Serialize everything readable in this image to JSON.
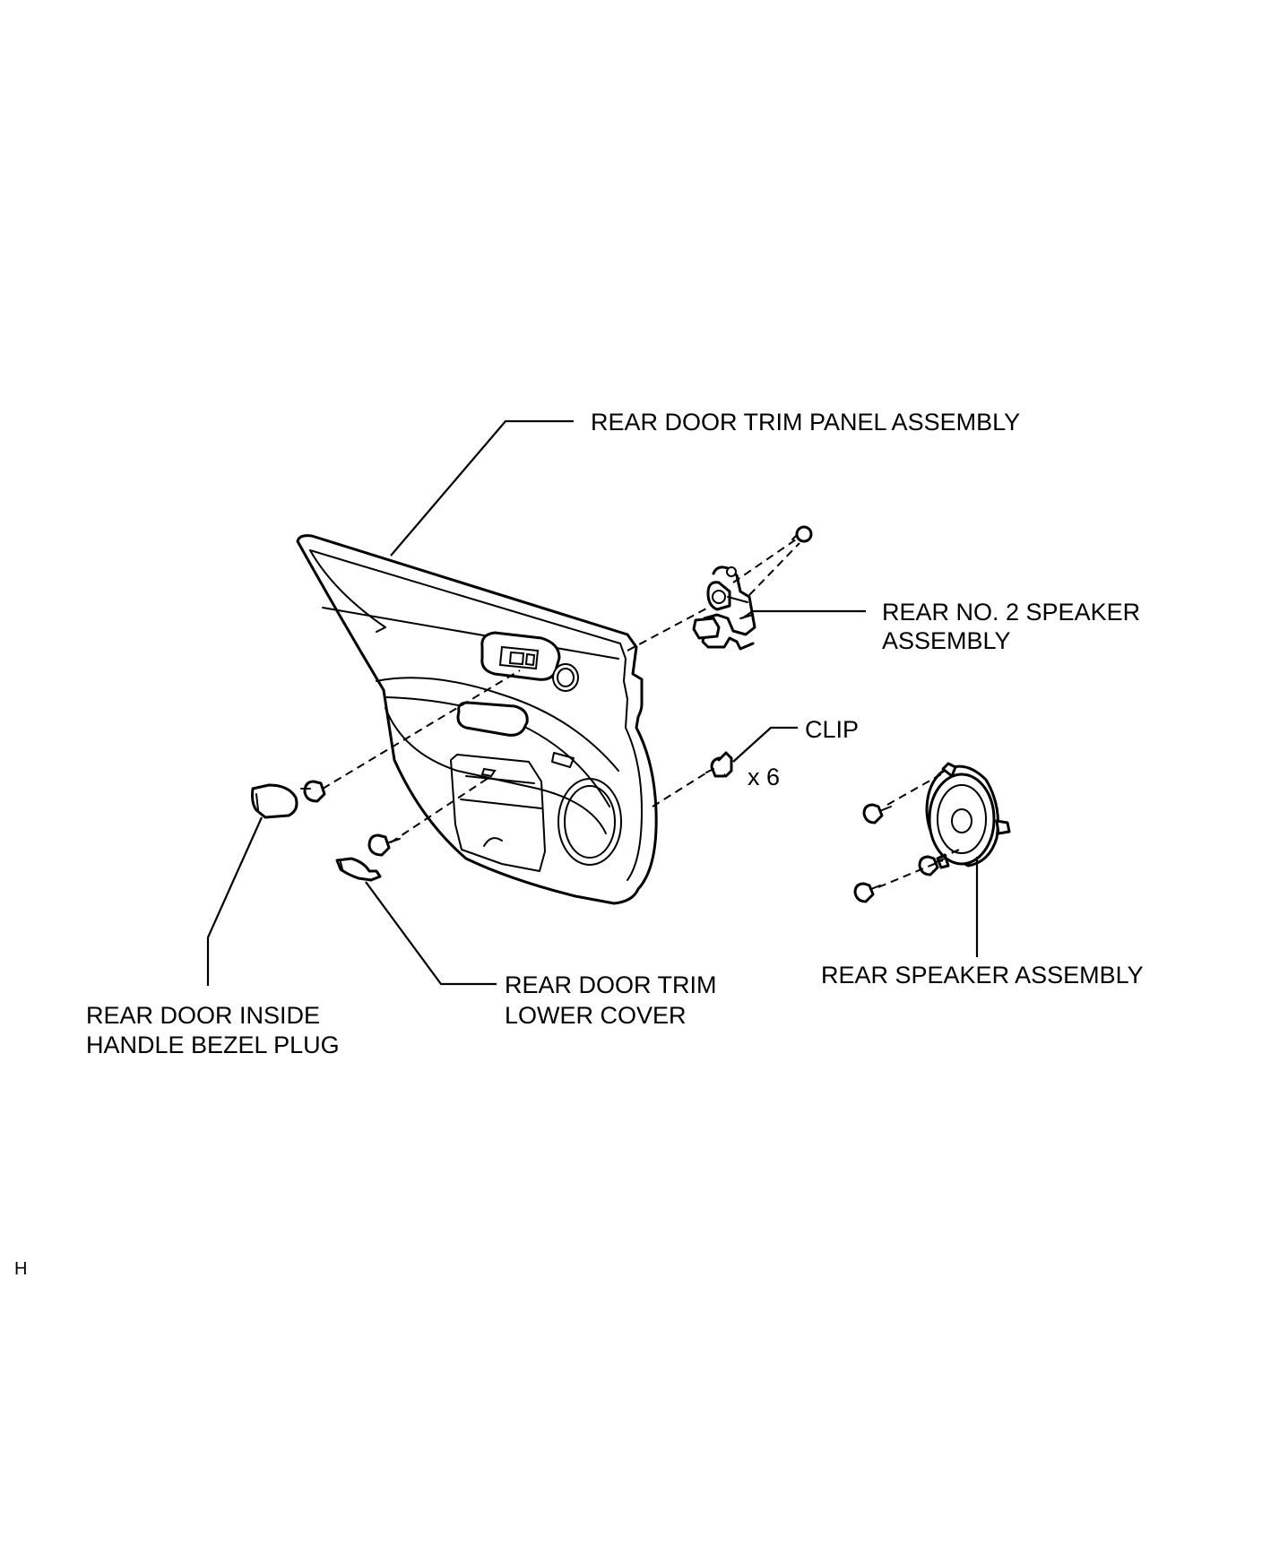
{
  "labels": {
    "trim_panel": "REAR DOOR TRIM PANEL ASSEMBLY",
    "no2_speaker_line1": "REAR NO. 2 SPEAKER",
    "no2_speaker_line2": "ASSEMBLY",
    "clip": "CLIP",
    "clip_qty": "x 6",
    "rear_speaker": "REAR SPEAKER ASSEMBLY",
    "lower_cover_line1": "REAR DOOR TRIM",
    "lower_cover_line2": "LOWER COVER",
    "bezel_plug_line1": "REAR DOOR INSIDE",
    "bezel_plug_line2": "HANDLE BEZEL PLUG",
    "corner_mark": "H"
  }
}
